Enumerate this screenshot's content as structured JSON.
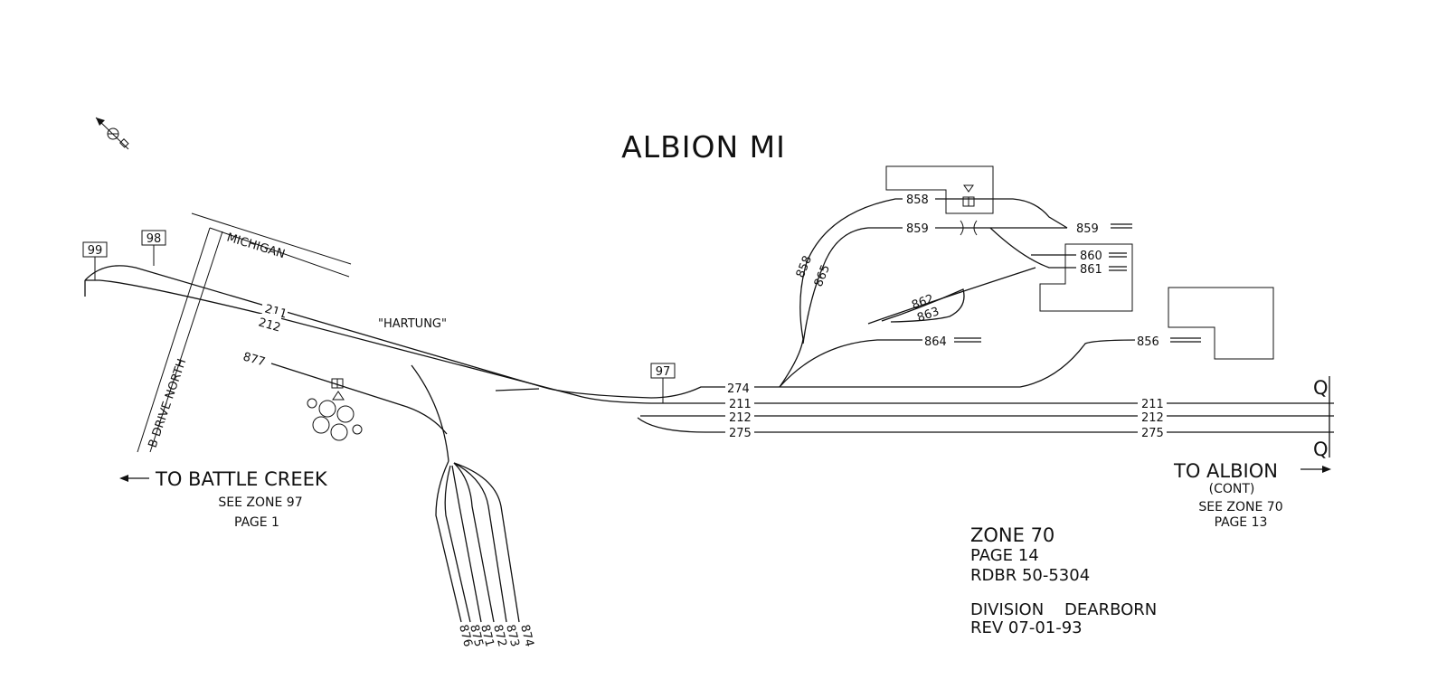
{
  "title": "ALBION MI",
  "place_label": "\"HARTUNG\"",
  "streets": {
    "michigan": "MICHIGAN",
    "b_drive_north": "B DRIVE NORTH"
  },
  "signs": {
    "s99": "99",
    "s98": "98",
    "s97": "97"
  },
  "tracks": {
    "t211": "211",
    "t212": "212",
    "t274": "274",
    "t275": "275",
    "t877": "877",
    "t858": "858",
    "t859": "859",
    "t860": "860",
    "t861": "861",
    "t862": "862",
    "t863": "863",
    "t864": "864",
    "t865": "865",
    "t856": "856",
    "t871": "871",
    "t872": "872",
    "t873": "873",
    "t874": "874",
    "t875": "875",
    "t876": "876"
  },
  "markers": {
    "q": "Q"
  },
  "left_dest": {
    "line1": "TO BATTLE CREEK",
    "line2": "SEE ZONE 97",
    "line3": "PAGE 1"
  },
  "right_dest": {
    "line1": "TO ALBION",
    "line2": "(CONT)",
    "line3": "SEE ZONE 70",
    "line4": "PAGE 13"
  },
  "info": {
    "zone": "ZONE 70",
    "page": "PAGE 14",
    "rdbr": "RDBR 50-5304",
    "division": "DIVISION    DEARBORN",
    "rev": "REV 07-01-93"
  },
  "icons": [
    "north-arrow-icon",
    "left-arrow-icon",
    "right-arrow-icon",
    "switch-box-icon",
    "tank-circles-icon",
    "triangle-marker-icon"
  ]
}
